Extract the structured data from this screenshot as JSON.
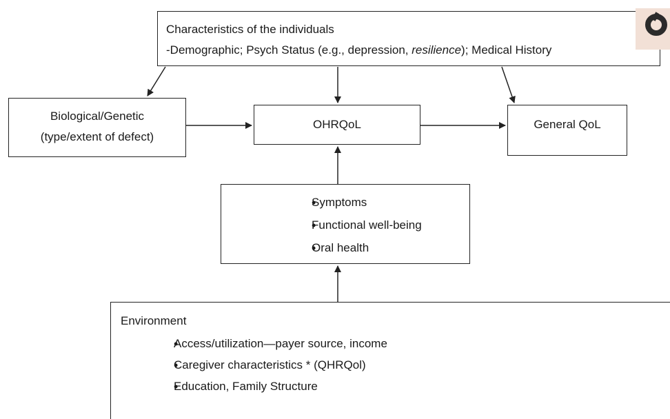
{
  "top_box": {
    "title": "Characteristics of the individuals",
    "line_a": "-Demographic; Psych Status (e.g., depression, ",
    "line_italic": "resilience",
    "line_b": "); Medical History"
  },
  "bio_box": {
    "line1": "Biological/Genetic",
    "line2": "(type/extent of defect)"
  },
  "ohrqol_box": {
    "label": "OHRQoL"
  },
  "general_box": {
    "label": "General QoL"
  },
  "factors_box": {
    "items": [
      "Symptoms",
      "Functional well-being",
      "Oral health"
    ]
  },
  "env_box": {
    "title": "Environment",
    "items": [
      "Access/utilization—payer source, income",
      "Caregiver characteristics * (QHRQol)",
      "Education, Family Structure"
    ]
  },
  "colors": {
    "stroke": "#222222",
    "text": "#1a1a1a",
    "logo_bg": "#f2e0d6",
    "logo_ring": "#2b2b2b"
  },
  "icons": {
    "corner_logo": "ring-logo-icon"
  }
}
